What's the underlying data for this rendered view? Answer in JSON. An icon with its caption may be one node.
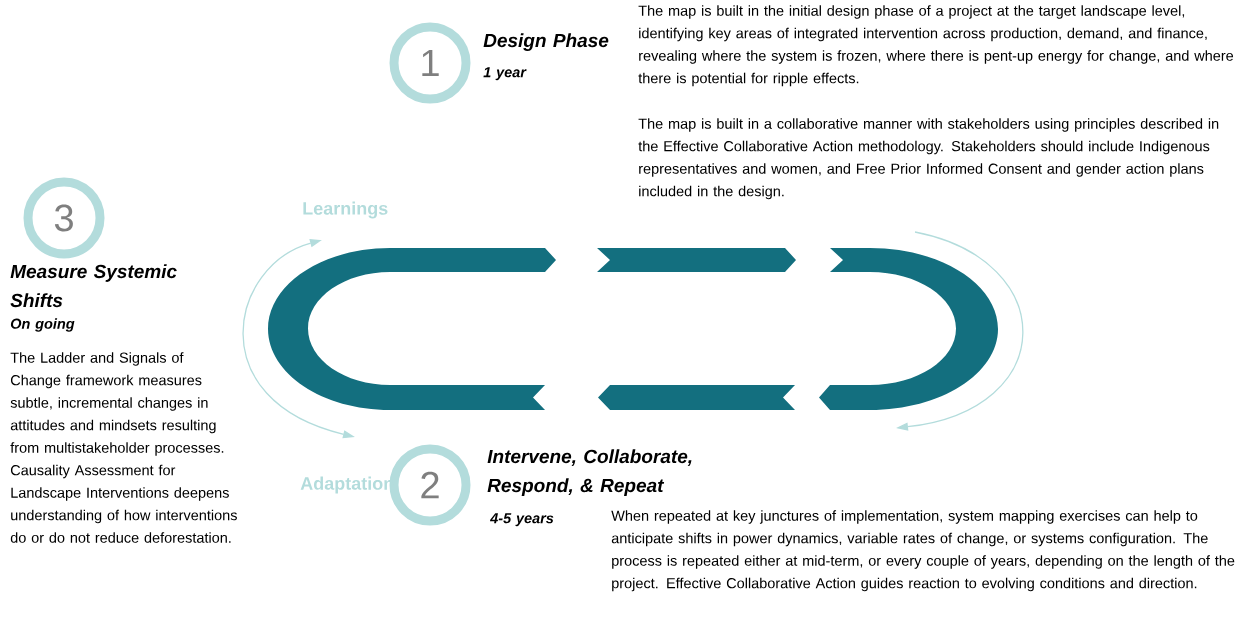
{
  "diagram": {
    "nodes": [
      {
        "text": [
          "1"
        ],
        "beside": [
          "Design Phase",
          "1 year",
          "The map is built in the initial design phase of a project at the target landscape level, identifying key areas of integrated intervention across production, demand, and finance, revealing where the system is frozen, where there is pent-up energy for change, and where there is potential for ripple effects.",
          "The map is built in a collaborative manner with stakeholders using principles described in the Effective Collaborative Action methodology. Stakeholders should include Indigenous representatives and women, and Free Prior Informed Consent and gender action plans included in the design."
        ]
      },
      {
        "text": [
          "2"
        ],
        "beside": [
          "Intervene, Collaborate, Respond, & Repeat",
          "4-5 years",
          "When repeated at key junctures of implementation, system mapping exercises can help to anticipate shifts in power dynamics, variable rates of change, or systems configuration. The process is repeated either at mid-term, or every couple of years, depending on the length of the project. Effective Collaborative Action guides reaction to evolving conditions and direction."
        ]
      },
      {
        "text": [
          "3"
        ],
        "beside": [
          "Measure Systemic Shifts",
          "On going",
          "The Ladder and Signals  of Change framework measures subtle, incremental changes in attitudes and mindsets resulting from multistakeholder processes. Causality Assessment for Landscape Interventions deepens understanding of how interventions do or do not reduce deforestation."
        ]
      }
    ],
    "labels": [
      "Learnings",
      "Adaptation"
    ]
  }
}
